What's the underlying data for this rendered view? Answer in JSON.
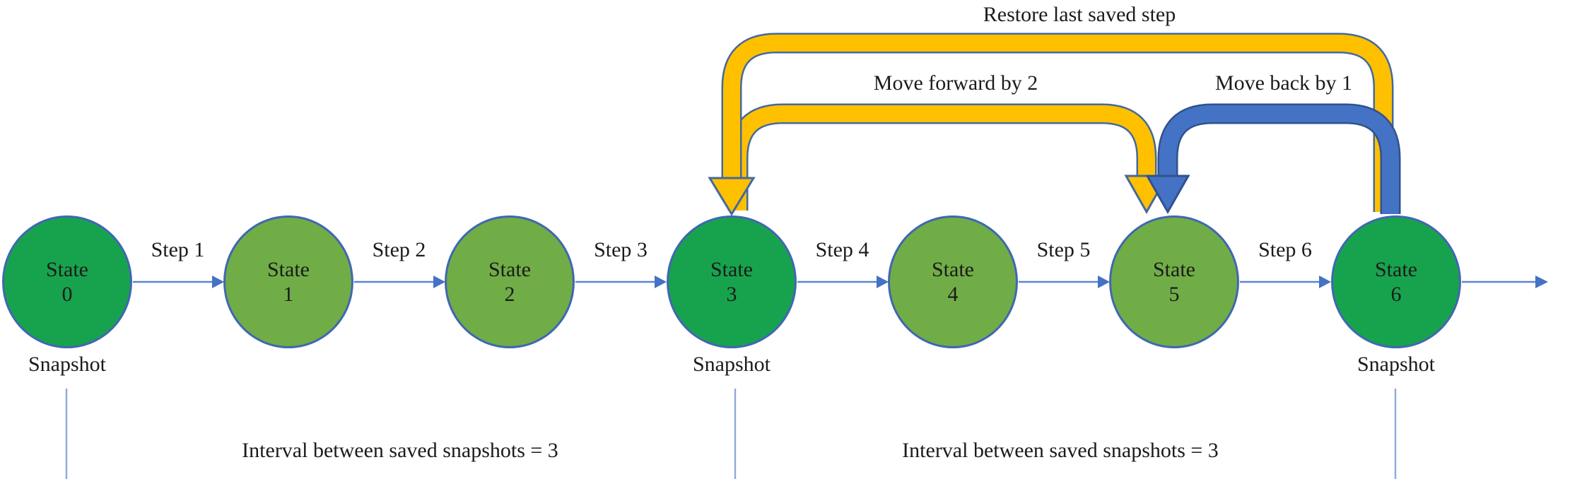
{
  "diagram": {
    "states": [
      {
        "label": "State",
        "number": "0",
        "saved": true
      },
      {
        "label": "State",
        "number": "1",
        "saved": false
      },
      {
        "label": "State",
        "number": "2",
        "saved": false
      },
      {
        "label": "State",
        "number": "3",
        "saved": true
      },
      {
        "label": "State",
        "number": "4",
        "saved": false
      },
      {
        "label": "State",
        "number": "5",
        "saved": false
      },
      {
        "label": "State",
        "number": "6",
        "saved": true
      }
    ],
    "step_labels": [
      "Step 1",
      "Step 2",
      "Step 3",
      "Step 4",
      "Step 5",
      "Step 6"
    ],
    "snapshot_label": "Snapshot",
    "arrow_labels": {
      "restore": "Restore last saved step",
      "forward": "Move forward by 2",
      "back": "Move back by 1"
    },
    "interval_labels": [
      "Interval between saved snapshots = 3",
      "Interval between saved snapshots = 3"
    ],
    "colors": {
      "saved_state_fill": "#17A34D",
      "state_fill": "#70AD47",
      "state_border": "#4067B1",
      "connector": "#5B83D6",
      "connector_head": "#4472C4",
      "yellow_arrow": "#FFC000",
      "yellow_arrow_outline": "#44699D",
      "blue_arrow": "#4472C4",
      "blue_arrow_outline": "#2F528F",
      "snapshot_line": "#8EA9DB"
    }
  }
}
